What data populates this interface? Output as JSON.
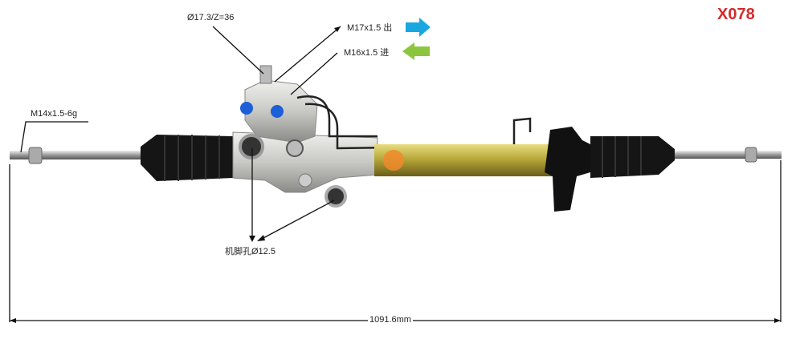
{
  "product_code": "X078",
  "annotations": {
    "pinion_spec": "Ø17.3/Z=36",
    "outlet_port": "M17x1.5 出",
    "inlet_port": "M16x1.5 进",
    "tie_rod_thread": "M14x1.5-6g",
    "mount_hole": "机脚孔Ø12.5",
    "overall_length": "1091.6mm"
  },
  "colors": {
    "code": "#d42a2a",
    "outlet_arrow": "#1aa7e0",
    "inlet_arrow": "#8cc63f",
    "tube": "#b9a83a",
    "boot": "#111111",
    "housing": "#c8c8c4"
  }
}
